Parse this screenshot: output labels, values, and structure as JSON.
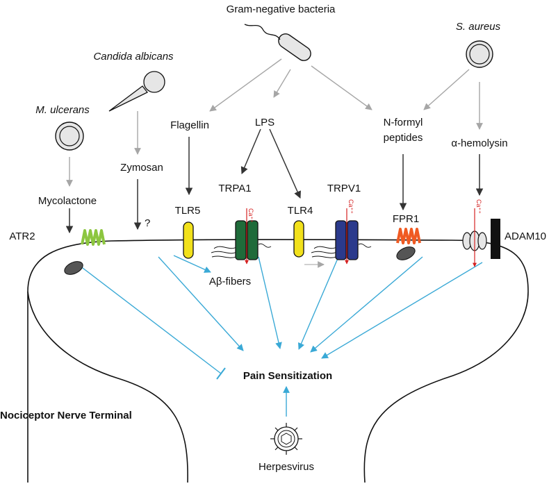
{
  "labels": {
    "gram_negative": "Gram-negative bacteria",
    "s_aureus": "S. aureus",
    "candida": "Candida albicans",
    "m_ulcerans": "M. ulcerans",
    "flagellin": "Flagellin",
    "lps": "LPS",
    "n_formyl_line1": "N-formyl",
    "n_formyl_line2": "peptides",
    "alpha_hemolysin": "α-hemolysin",
    "zymosan": "Zymosan",
    "mycolactone": "Mycolactone",
    "question": "?",
    "tlr5": "TLR5",
    "trpa1": "TRPA1",
    "tlr4": "TLR4",
    "trpv1": "TRPV1",
    "fpr1": "FPR1",
    "adam10": "ADAM10",
    "atr2": "ATR2",
    "ab_fibers": "Aβ-fibers",
    "pain": "Pain Sensitization",
    "nociceptor": "Nociceptor Nerve Terminal",
    "herpesvirus": "Herpesvirus",
    "ca_ion": "Ca⁺⁺"
  },
  "colors": {
    "black_arrow": "#333333",
    "gray_arrow": "#a6a6a6",
    "blue_arrow": "#3aa9d6",
    "trpa1": "#1f6b3a",
    "trpv1": "#2b3a8c",
    "tlr": "#f2e11b",
    "fpr1": "#f05a22",
    "atr2": "#8cc63f",
    "calcium": "#d42020",
    "organism_fill": "#e6e6e6"
  }
}
